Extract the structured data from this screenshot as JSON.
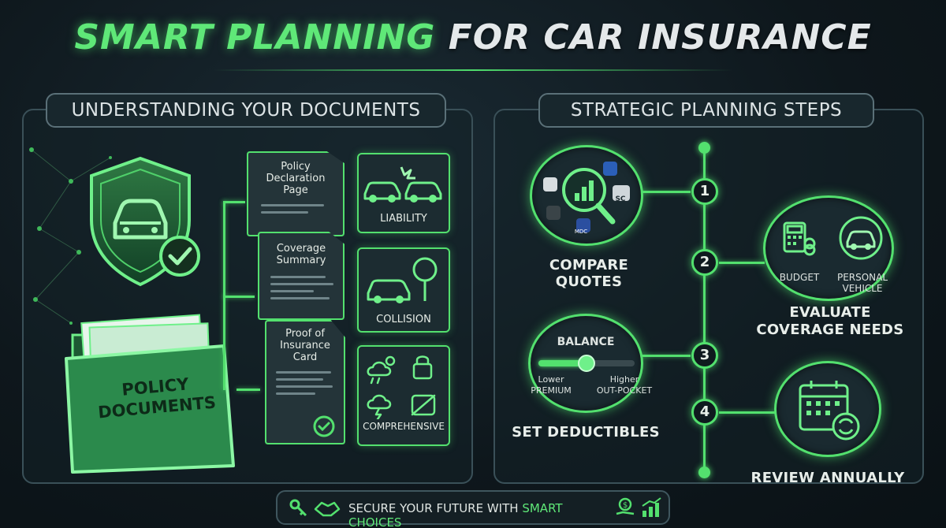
{
  "title": {
    "part1": "SMART PLANNING",
    "part2": "FOR CAR INSURANCE"
  },
  "left_panel": {
    "heading": "UNDERSTANDING YOUR DOCUMENTS",
    "folder_label": "POLICY\nDOCUMENTS",
    "documents": [
      {
        "title": "Policy\nDeclaration\nPage"
      },
      {
        "title": "Coverage\nSummary"
      },
      {
        "title": "Proof of\nInsurance\nCard"
      }
    ],
    "coverages": [
      {
        "label": "LIABILITY"
      },
      {
        "label": "COLLISION"
      },
      {
        "label": "COMPREHENSIVE"
      }
    ]
  },
  "right_panel": {
    "heading": "STRATEGIC PLANNING STEPS",
    "steps": [
      {
        "number": "1",
        "label": "COMPARE QUOTES"
      },
      {
        "number": "2",
        "label": "EVALUATE\nCOVERAGE NEEDS",
        "items": [
          "BUDGET",
          "PERSONAL\nVEHICLE"
        ]
      },
      {
        "number": "3",
        "label": "SET DEDUCTIBLES",
        "balance": "BALANCE",
        "left": "Lower\nPREMIUM",
        "right": "Higher\nOUT-POCKET"
      },
      {
        "number": "4",
        "label": "REVIEW ANNUALLY"
      }
    ],
    "logos": [
      "SC",
      "MDC"
    ]
  },
  "footer": {
    "text": "SECURE YOUR FUTURE WITH",
    "highlight": "SMART CHOICES"
  },
  "colors": {
    "accent": "#53e06e",
    "background": "#0e171c",
    "panel": "#1a2a30"
  }
}
